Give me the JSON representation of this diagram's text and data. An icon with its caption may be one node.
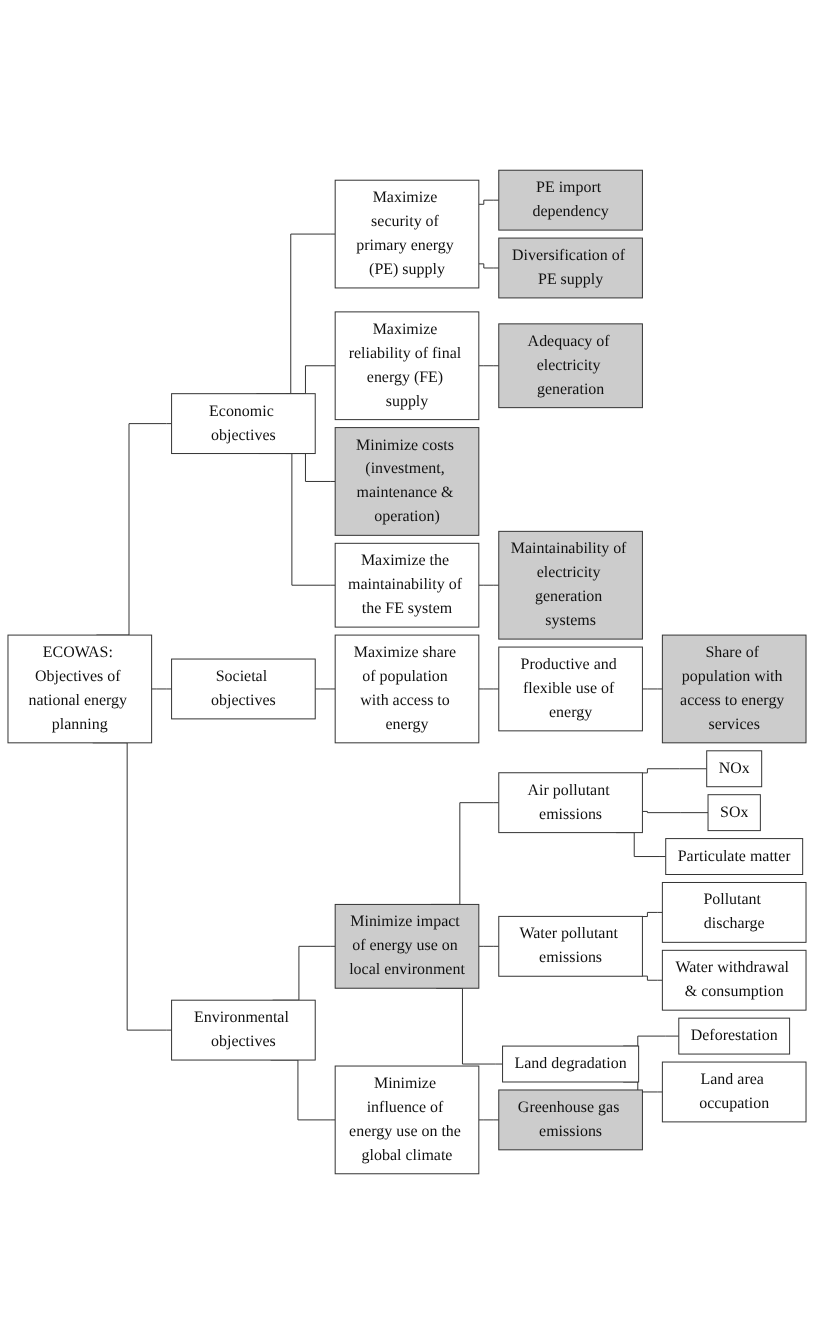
{
  "diagram": {
    "nodes": [
      {
        "text": [
          "ECOWAS: Objectives of national energy planning"
        ]
      },
      {
        "text": [
          "Economic objectives"
        ]
      },
      {
        "text": [
          "Maximize security of primary energy (PE) supply"
        ]
      },
      {
        "text": [
          "PE import dependency"
        ]
      },
      {
        "text": [
          "Diversification of PE supply"
        ]
      },
      {
        "text": [
          "Maximize reliability of final energy (FE) supply"
        ]
      },
      {
        "text": [
          "Adequacy of electricity generation"
        ]
      },
      {
        "text": [
          "Minimize costs (investment, maintenance & operation)"
        ]
      },
      {
        "text": [
          "Maximize the maintainability of the FE system"
        ]
      },
      {
        "text": [
          "Maintainability of electricity generation systems"
        ]
      },
      {
        "text": [
          "Societal objectives"
        ]
      },
      {
        "text": [
          "Maximize share of population with access to energy"
        ]
      },
      {
        "text": [
          "Productive and flexible use of energy"
        ]
      },
      {
        "text": [
          "Share of population with access to energy services"
        ]
      },
      {
        "text": [
          "Environmental objectives"
        ]
      },
      {
        "text": [
          "Minimize impact of energy use on local environment"
        ]
      },
      {
        "text": [
          "Air pollutant emissions"
        ]
      },
      {
        "text": [
          "NOx"
        ]
      },
      {
        "text": [
          "SOx"
        ]
      },
      {
        "text": [
          "Particulate matter"
        ]
      },
      {
        "text": [
          "Water pollutant emissions"
        ]
      },
      {
        "text": [
          "Pollutant discharge"
        ]
      },
      {
        "text": [
          "Water withdrawal & consumption"
        ]
      },
      {
        "text": [
          "Land degradation"
        ]
      },
      {
        "text": [
          "Deforestation"
        ]
      },
      {
        "text": [
          "Land area occupation"
        ]
      },
      {
        "text": [
          "Minimize influence of energy use on the global climate"
        ]
      },
      {
        "text": [
          "Greenhouse gas emissions"
        ]
      }
    ],
    "edges": [
      {
        "from": 0,
        "to": 1,
        "arrow": "none"
      },
      {
        "from": 0,
        "to": 10,
        "arrow": "none"
      },
      {
        "from": 0,
        "to": 14,
        "arrow": "none"
      },
      {
        "from": 1,
        "to": 2,
        "arrow": "none"
      },
      {
        "from": 1,
        "to": 5,
        "arrow": "none"
      },
      {
        "from": 1,
        "to": 7,
        "arrow": "none"
      },
      {
        "from": 1,
        "to": 8,
        "arrow": "none"
      },
      {
        "from": 2,
        "to": 3,
        "arrow": "none"
      },
      {
        "from": 2,
        "to": 4,
        "arrow": "none"
      },
      {
        "from": 5,
        "to": 6,
        "arrow": "none"
      },
      {
        "from": 8,
        "to": 9,
        "arrow": "none"
      },
      {
        "from": 10,
        "to": 11,
        "arrow": "none"
      },
      {
        "from": 11,
        "to": 12,
        "arrow": "none"
      },
      {
        "from": 12,
        "to": 13,
        "arrow": "none"
      },
      {
        "from": 14,
        "to": 15,
        "arrow": "none"
      },
      {
        "from": 14,
        "to": 26,
        "arrow": "none"
      },
      {
        "from": 15,
        "to": 16,
        "arrow": "none"
      },
      {
        "from": 15,
        "to": 20,
        "arrow": "none"
      },
      {
        "from": 15,
        "to": 23,
        "arrow": "none"
      },
      {
        "from": 16,
        "to": 17,
        "arrow": "none"
      },
      {
        "from": 16,
        "to": 18,
        "arrow": "none"
      },
      {
        "from": 16,
        "to": 19,
        "arrow": "none"
      },
      {
        "from": 20,
        "to": 21,
        "arrow": "none"
      },
      {
        "from": 20,
        "to": 22,
        "arrow": "none"
      },
      {
        "from": 23,
        "to": 24,
        "arrow": "none"
      },
      {
        "from": 23,
        "to": 25,
        "arrow": "none"
      },
      {
        "from": 26,
        "to": 27,
        "arrow": "none"
      }
    ]
  }
}
